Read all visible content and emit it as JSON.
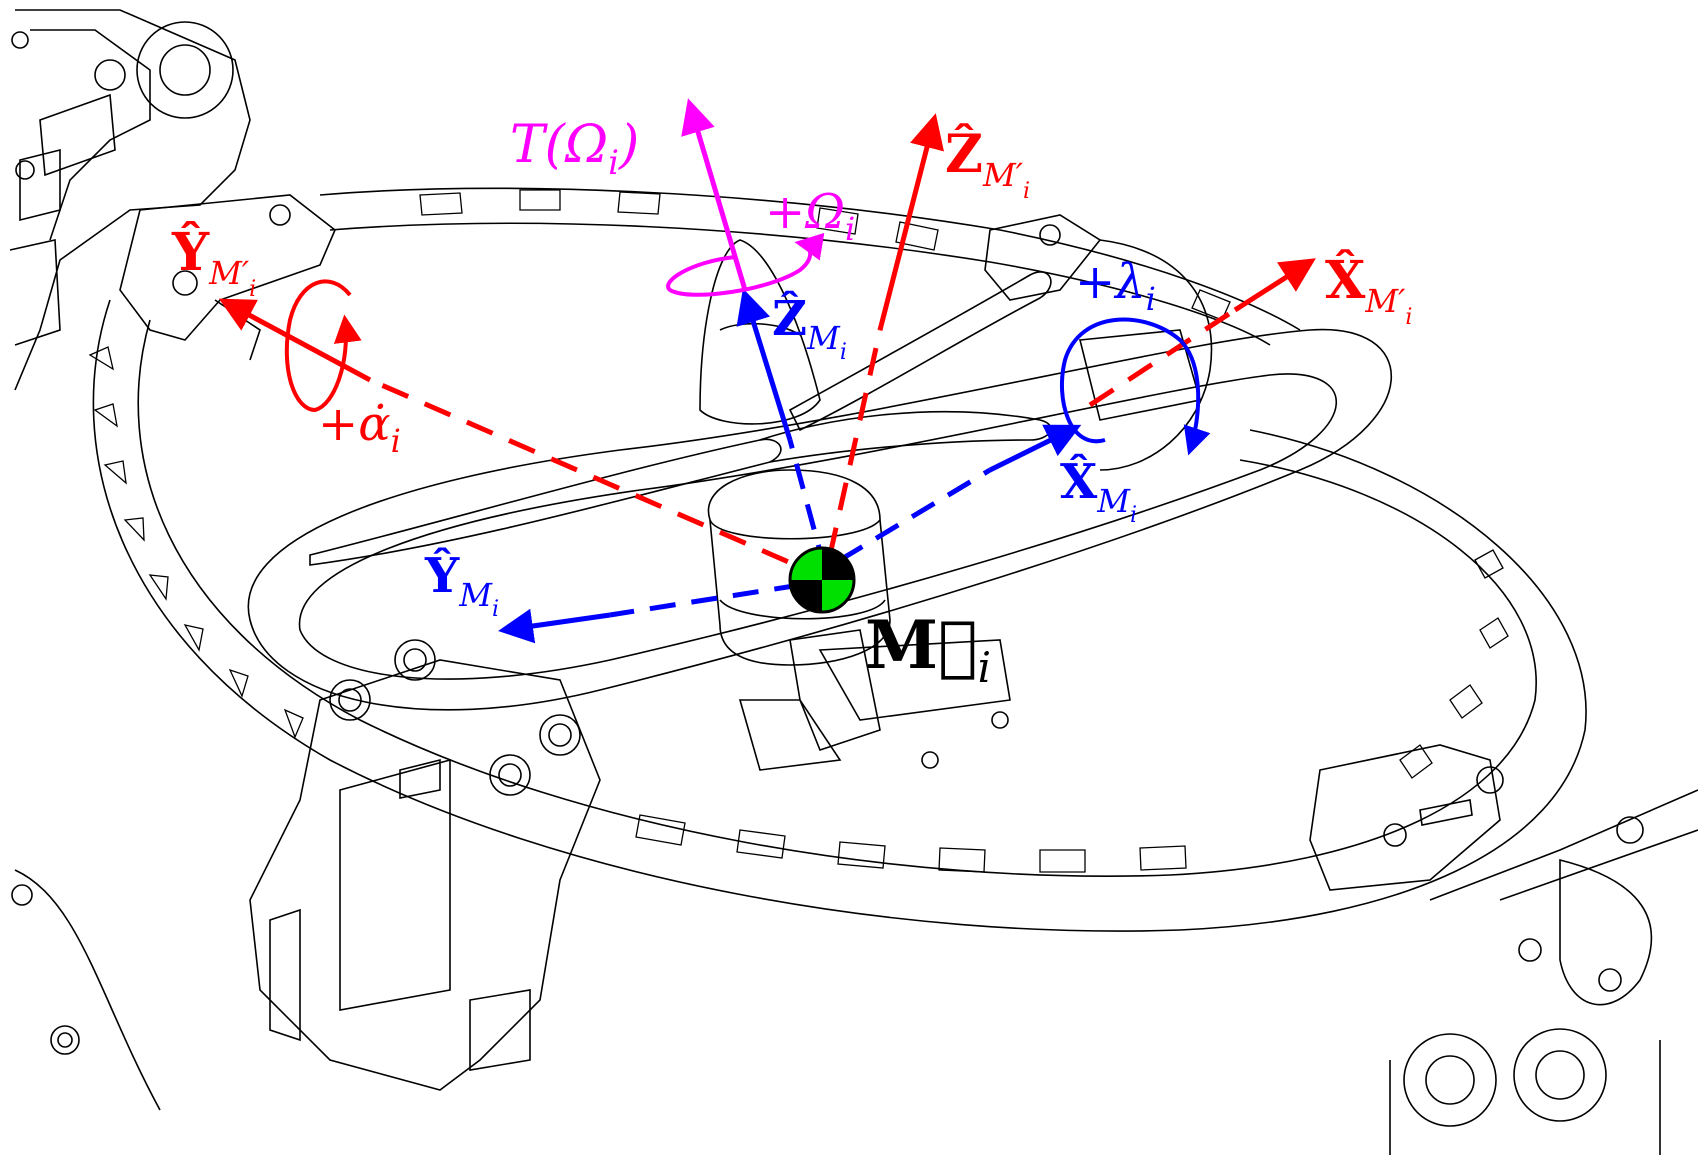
{
  "colors": {
    "frame_red": "#ff0000",
    "motor_blue": "#0000ff",
    "thrust_magenta": "#ff00ff",
    "marker_green": "#00e000",
    "ink": "#000000"
  },
  "labels": {
    "thrust": {
      "main": "T(Ω",
      "sub": "i",
      "close": ")"
    },
    "omega": {
      "main": "+Ω",
      "sub": "i"
    },
    "z_prime": {
      "main": "Ẑ",
      "sub": "M′",
      "subsub": "i"
    },
    "y_prime": {
      "main": "Ŷ",
      "sub": "M′",
      "subsub": "i"
    },
    "x_prime": {
      "main": "X̂",
      "sub": "M′",
      "subsub": "i"
    },
    "alpha": {
      "main": "+α̇",
      "sub": "i"
    },
    "lambda": {
      "main": "+λ",
      "sub": "i"
    },
    "z_motor": {
      "main": "Ẑ",
      "sub": "M",
      "subsub": "i"
    },
    "y_motor": {
      "main": "Ŷ",
      "sub": "M",
      "subsub": "i"
    },
    "x_motor": {
      "main": "X̂",
      "sub": "M",
      "subsub": "i"
    },
    "moment": {
      "main": "M⃗",
      "sub": "i"
    }
  },
  "icons": [
    "center-of-mass-marker-icon",
    "rotation-arrow-icon"
  ]
}
